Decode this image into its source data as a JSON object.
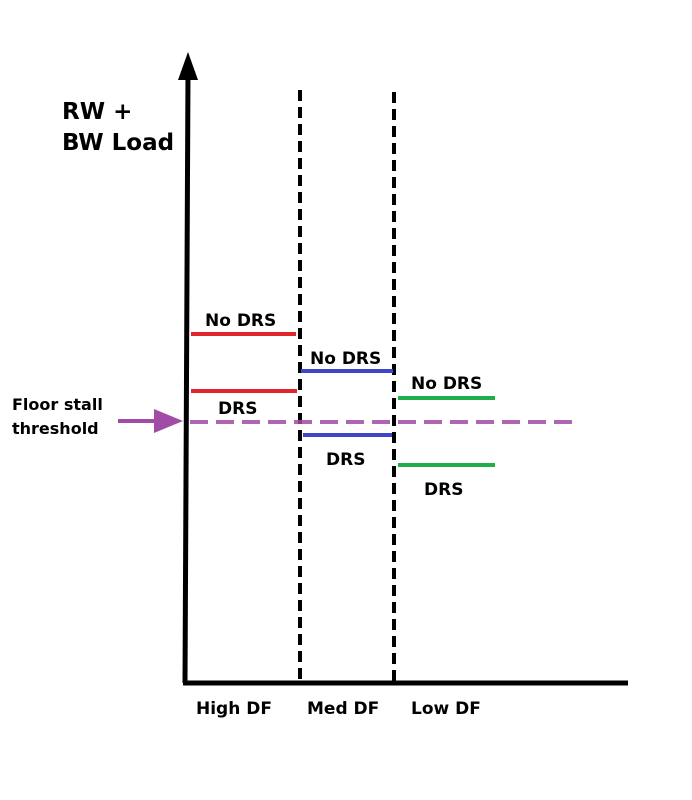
{
  "chart_data": {
    "type": "diagram",
    "y_axis_label_lines": [
      "RW +",
      "BW Load"
    ],
    "categories": [
      "High DF",
      "Med DF",
      "Low DF"
    ],
    "threshold": {
      "label_lines": [
        "Floor stall",
        "threshold"
      ],
      "color": "#a04ca6"
    },
    "series": [
      {
        "color": "#e0252c",
        "levels": [
          {
            "label": "No DRS"
          },
          {
            "label": "DRS"
          }
        ]
      },
      {
        "color": "#3e47c9",
        "levels": [
          {
            "label": "No DRS"
          },
          {
            "label": "DRS"
          }
        ]
      },
      {
        "color": "#20ad4c",
        "levels": [
          {
            "label": "No DRS"
          },
          {
            "label": "DRS"
          }
        ]
      }
    ]
  },
  "colors": {
    "axis": "#000000",
    "divider": "#000000"
  }
}
